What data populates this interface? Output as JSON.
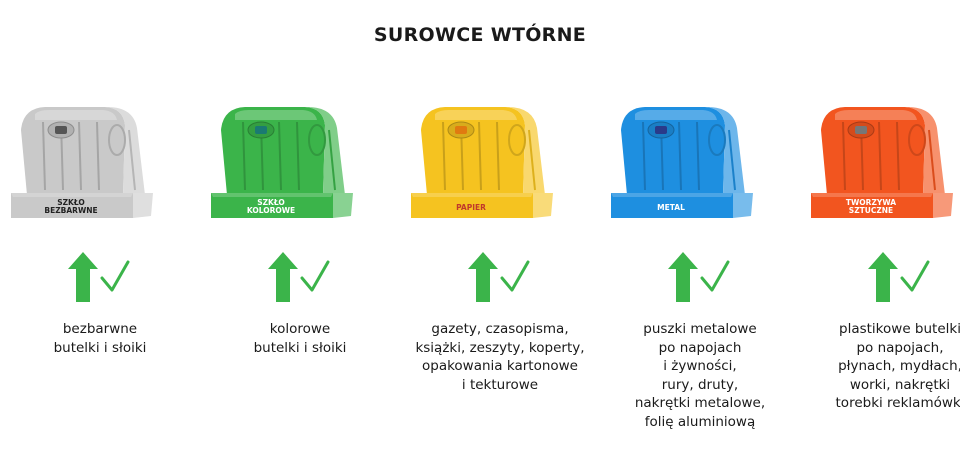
{
  "title": "SUROWCE WTÓRNE",
  "colors": {
    "bezbarwne": "#c9c9c9",
    "kolorowe": "#3bb44a",
    "papier": "#f5c320",
    "metal": "#1e8fe0",
    "tworzywa": "#f2551f",
    "arrow": "#3bb44a",
    "check": "#3bb44a"
  },
  "categories": [
    {
      "key": "szklo_bezbarwne",
      "label_lines": [
        "SZKŁO",
        "BEZBARWNE"
      ],
      "icon": "up-arrow-icon",
      "check": "check-icon",
      "description_lines": [
        "bezbarwne",
        "butelki i słoiki"
      ]
    },
    {
      "key": "szklo_kolorowe",
      "label_lines": [
        "SZKŁO",
        "KOLOROWE"
      ],
      "icon": "up-arrow-icon",
      "check": "check-icon",
      "description_lines": [
        "kolorowe",
        "butelki i słoiki"
      ]
    },
    {
      "key": "papier",
      "label_lines": [
        "PAPIER"
      ],
      "icon": "up-arrow-icon",
      "check": "check-icon",
      "description_lines": [
        "gazety, czasopisma,",
        "książki, zeszyty, koperty,",
        "opakowania kartonowe",
        "i tekturowe"
      ]
    },
    {
      "key": "metal",
      "label_lines": [
        "METAL"
      ],
      "icon": "up-arrow-icon",
      "check": "check-icon",
      "description_lines": [
        "puszki metalowe",
        "po napojach",
        "i żywności,",
        "rury, druty,",
        "nakrętki metalowe,",
        "folię aluminiową"
      ]
    },
    {
      "key": "tworzywa_sztuczne",
      "label_lines": [
        "TWORZYWA",
        "SZTUCZNE"
      ],
      "icon": "up-arrow-icon",
      "check": "check-icon",
      "description_lines": [
        "plastikowe butelki",
        "po napojach,",
        "płynach, mydłach,",
        "worki, nakrętki",
        "torebki reklamówki"
      ]
    }
  ]
}
